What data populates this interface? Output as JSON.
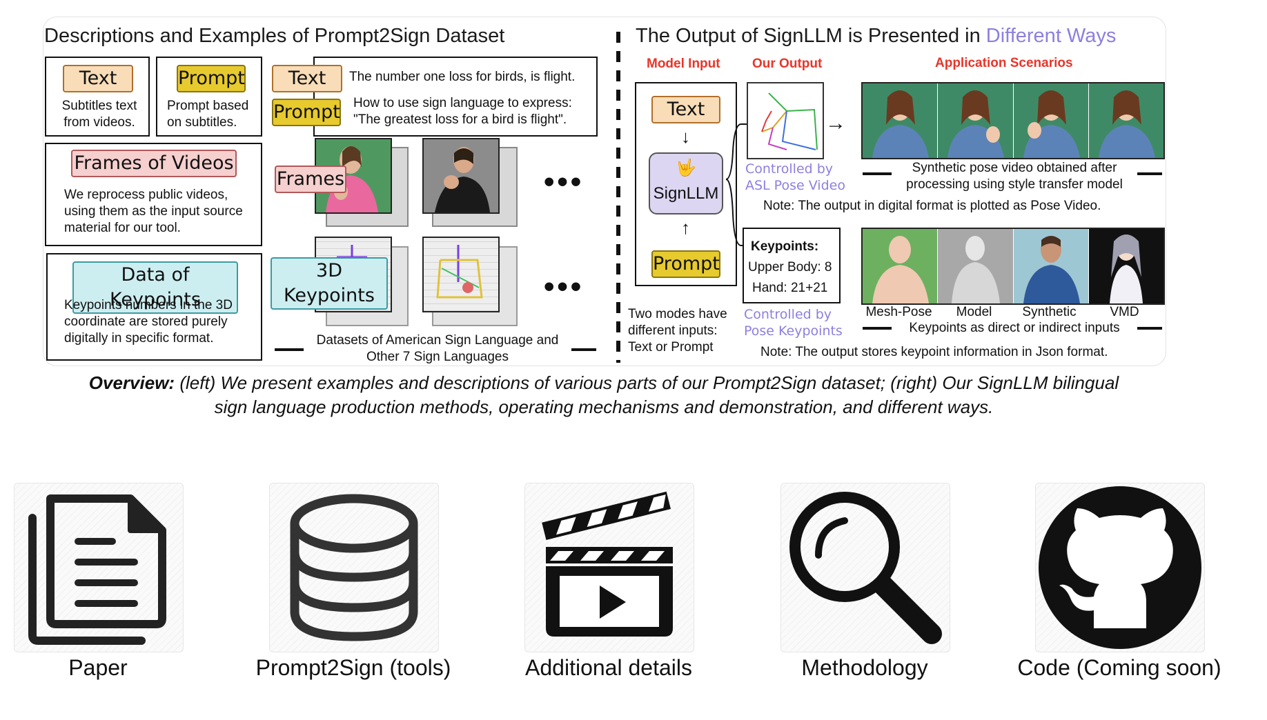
{
  "left": {
    "title": "Descriptions and Examples of Prompt2Sign Dataset",
    "text_tag": "Text",
    "text_desc": "Subtitles text from videos.",
    "prompt_tag": "Prompt",
    "prompt_desc": "Prompt based on subtitles.",
    "example_text_tag": "Text",
    "example_text": "The number one loss for birds, is flight.",
    "example_prompt_tag": "Prompt",
    "example_prompt": "How to use sign language to express: \"The greatest loss for a bird is flight\".",
    "frames_header": "Frames of Videos",
    "frames_desc": "We reprocess public videos, using them as the input source material for our tool.",
    "frames_tag": "Frames",
    "keypoints_header": "Data of Keypoints",
    "keypoints_desc": "Keypoints numbers in the 3D coordinate are stored purely digitally in specific format.",
    "keypoints_tag": "3D Keypoints",
    "datasets_caption": "Datasets of American Sign Language and Other 7 Sign Languages",
    "ellipsis": "•••"
  },
  "right": {
    "title_main": "The Output of SignLLM is Presented in",
    "title_accent": "Different Ways",
    "model_input_label": "Model Input",
    "our_output_label": "Our Output",
    "app_label": "Application Scenarios",
    "text_tag": "Text",
    "model_name": "SignLLM",
    "prompt_tag": "Prompt",
    "controlled_pose": "Controlled by ASL Pose Video",
    "synthetic_caption": "Synthetic pose video obtained after processing using style transfer model",
    "note1": "Note: The output in digital format is plotted as Pose Video.",
    "keypoints_title": "Keypoints:",
    "keypoints_upper": "Upper Body: 8",
    "keypoints_hand": "Hand: 21+21",
    "controlled_keys": "Controlled by Pose Keypoints",
    "modes_text": "Two modes have different inputs: Text or Prompt",
    "scenario_labels": [
      "Mesh-Pose",
      "Model",
      "Synthetic",
      "VMD"
    ],
    "scenario_caption": "Keypoints as direct or indirect inputs",
    "note2": "Note: The output stores keypoint information in Json format."
  },
  "overview": {
    "label": "Overview:",
    "line1": "(left) We present examples and descriptions of various parts of our Prompt2Sign dataset; (right) Our SignLLM bilingual",
    "line2": "sign language production methods, operating mechanisms and demonstration, and different ways."
  },
  "links": [
    {
      "label": "Paper",
      "icon": "document-icon"
    },
    {
      "label": "Prompt2Sign (tools)",
      "icon": "database-icon"
    },
    {
      "label": "Additional details",
      "icon": "clapperboard-icon"
    },
    {
      "label": "Methodology",
      "icon": "magnifier-icon"
    },
    {
      "label": "Code (Coming soon)",
      "icon": "github-icon"
    }
  ],
  "colors": {
    "accent_purple": "#8d7fe0",
    "accent_red": "#e8352a",
    "text_tag": "#f8ddb8",
    "prompt_tag": "#e7ca2e",
    "frames_tag": "#f6cfcf",
    "keypoints_tag": "#cdeef0",
    "signllm_box": "#dcd6f2"
  }
}
